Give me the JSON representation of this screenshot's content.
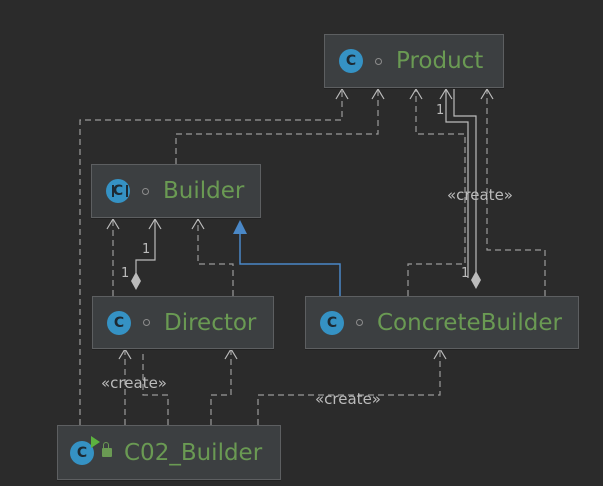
{
  "classes": {
    "product": {
      "name": "Product",
      "icon": "class-icon",
      "icon_letter": "C"
    },
    "builder": {
      "name": "Builder",
      "icon": "abstract-class-icon",
      "icon_letter": "C"
    },
    "director": {
      "name": "Director",
      "icon": "class-icon",
      "icon_letter": "C"
    },
    "concrete_builder": {
      "name": "ConcreteBuilder",
      "icon": "class-icon",
      "icon_letter": "C"
    },
    "client": {
      "name": "C02_Builder",
      "icon": "runnable-class-icon",
      "icon_letter": "C"
    }
  },
  "relations": {
    "create_label": "«create»",
    "multiplicity_one": "1"
  },
  "colors": {
    "background": "#2b2b2b",
    "node_fill": "#3c3f41",
    "class_name": "#6a9a53",
    "dependency_line": "#9a9a9a",
    "inheritance_line": "#4a88c7"
  }
}
